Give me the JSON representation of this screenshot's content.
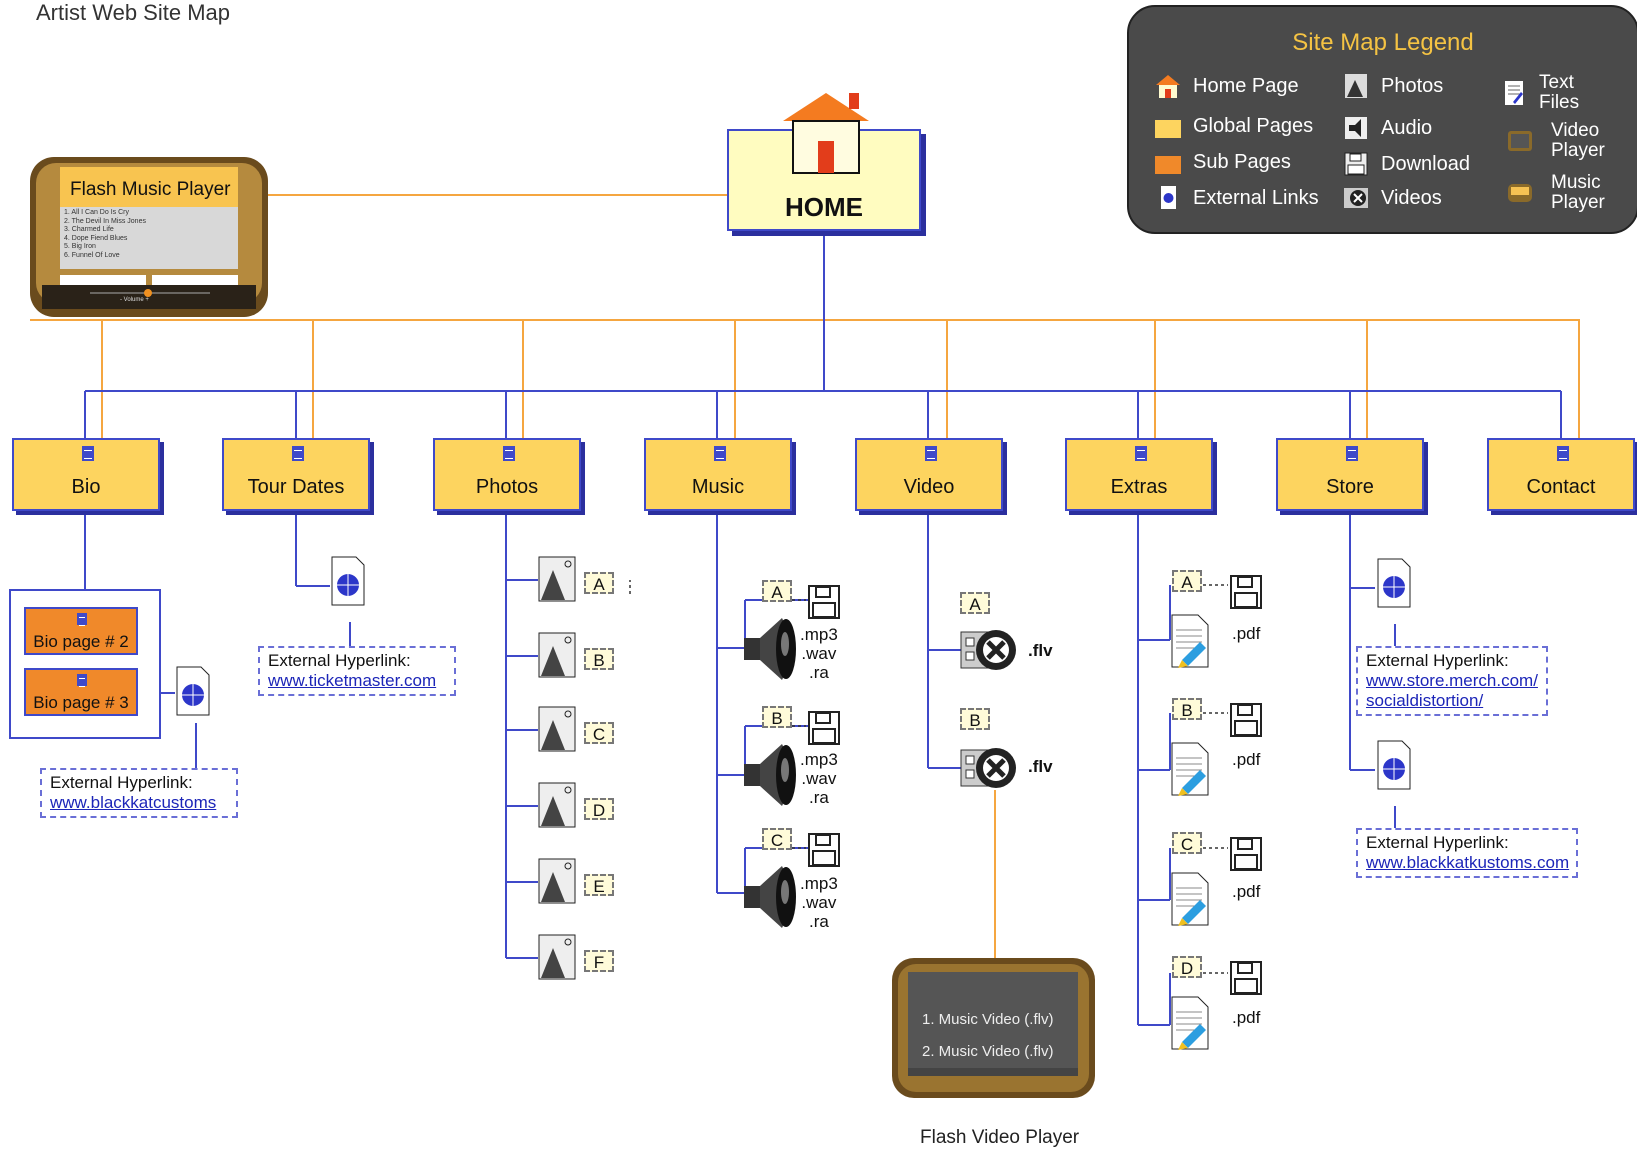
{
  "page": {
    "title": "Artist Web Site Map"
  },
  "legend": {
    "title": "Site Map Legend",
    "items": [
      "Home Page",
      "Global Pages",
      "Sub Pages",
      "External Links",
      "Photos",
      "Audio",
      "Download",
      "Videos",
      "Text Files",
      "Video Player",
      "Music Player"
    ],
    "text_files_l1": "Text",
    "text_files_l2": "Files",
    "video_player_l1": "Video",
    "video_player_l2": "Player",
    "music_player_l1": "Music",
    "music_player_l2": "Player"
  },
  "home": {
    "label": "HOME"
  },
  "music_player": {
    "title": "Flash Music Player",
    "tracks": [
      "1. All I Can Do Is Cry",
      "2. The Devil In Miss Jones",
      "3. Charmed Life",
      "4. Dope Fiend Blues",
      "5. Big Iron",
      "6. Funnel Of Love"
    ],
    "volume": "- Volume +"
  },
  "nav": [
    "Bio",
    "Tour Dates",
    "Photos",
    "Music",
    "Video",
    "Extras",
    "Store",
    "Contact"
  ],
  "bio": {
    "subpages": [
      "Bio page # 2",
      "Bio page # 3"
    ],
    "external_label": "External Hyperlink:",
    "external_url": "www.blackkatcustoms"
  },
  "tour": {
    "external_label": "External Hyperlink:",
    "external_url": "www.ticketmaster.com"
  },
  "photos": {
    "tags": [
      "A",
      "B",
      "C",
      "D",
      "E",
      "F"
    ]
  },
  "music": {
    "tags": [
      "A",
      "B",
      "C"
    ],
    "format1": ".mp3",
    "format2": ".wav",
    "format3": ".ra"
  },
  "video": {
    "tags": [
      "A",
      "B"
    ],
    "format": ".flv",
    "player_items": [
      "1. Music Video (.flv)",
      "2. Music Video (.flv)"
    ],
    "caption": "Flash Video Player"
  },
  "extras": {
    "tags": [
      "A",
      "B",
      "C",
      "D"
    ],
    "format": ".pdf"
  },
  "store": {
    "ext1_label": "External Hyperlink:",
    "ext1_url_l1": "www.store.merch.com/",
    "ext1_url_l2": "socialdistortion/",
    "ext2_label": "External Hyperlink:",
    "ext2_url": "www.blackkatkustoms.com"
  },
  "colors": {
    "global": "#fdd45f",
    "sub": "#f0892a",
    "wire_blue": "#3f49c9",
    "wire_orange": "#f5a640",
    "legend_bg": "#4a4a4a",
    "legend_title": "#f5c343"
  }
}
